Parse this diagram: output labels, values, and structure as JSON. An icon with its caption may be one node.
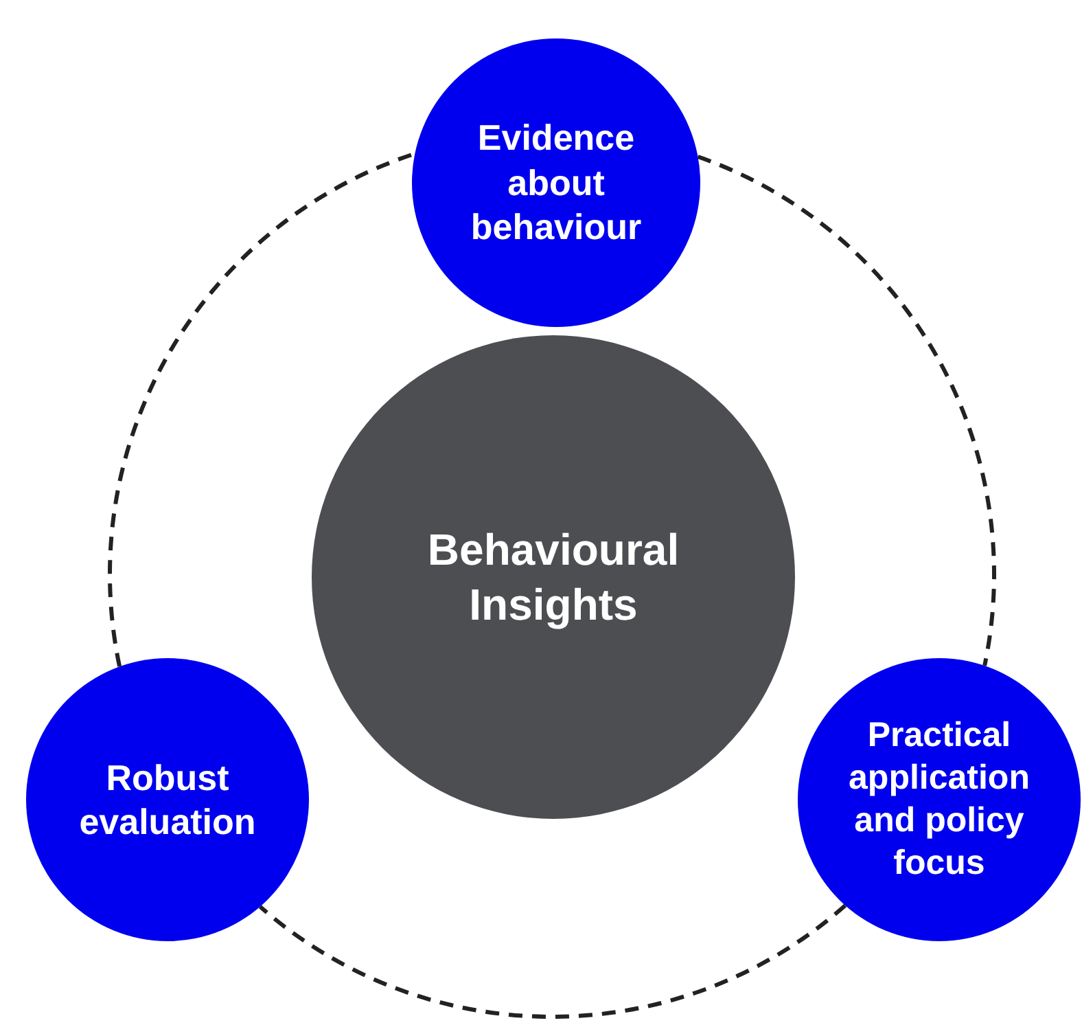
{
  "diagram": {
    "nodes": [
      {
        "text": [
          "Evidence about behaviour"
        ]
      },
      {
        "text": [
          "Behavioural Insights"
        ]
      },
      {
        "text": [
          "Robust evaluation"
        ]
      },
      {
        "text": [
          "Practical application and policy focus"
        ]
      }
    ],
    "edges": [
      {
        "from": 0,
        "to": 3,
        "arrow": "none",
        "style": "dashed"
      },
      {
        "from": 3,
        "to": 2,
        "arrow": "none",
        "style": "dashed"
      },
      {
        "from": 2,
        "to": 0,
        "arrow": "none",
        "style": "dashed"
      }
    ]
  }
}
